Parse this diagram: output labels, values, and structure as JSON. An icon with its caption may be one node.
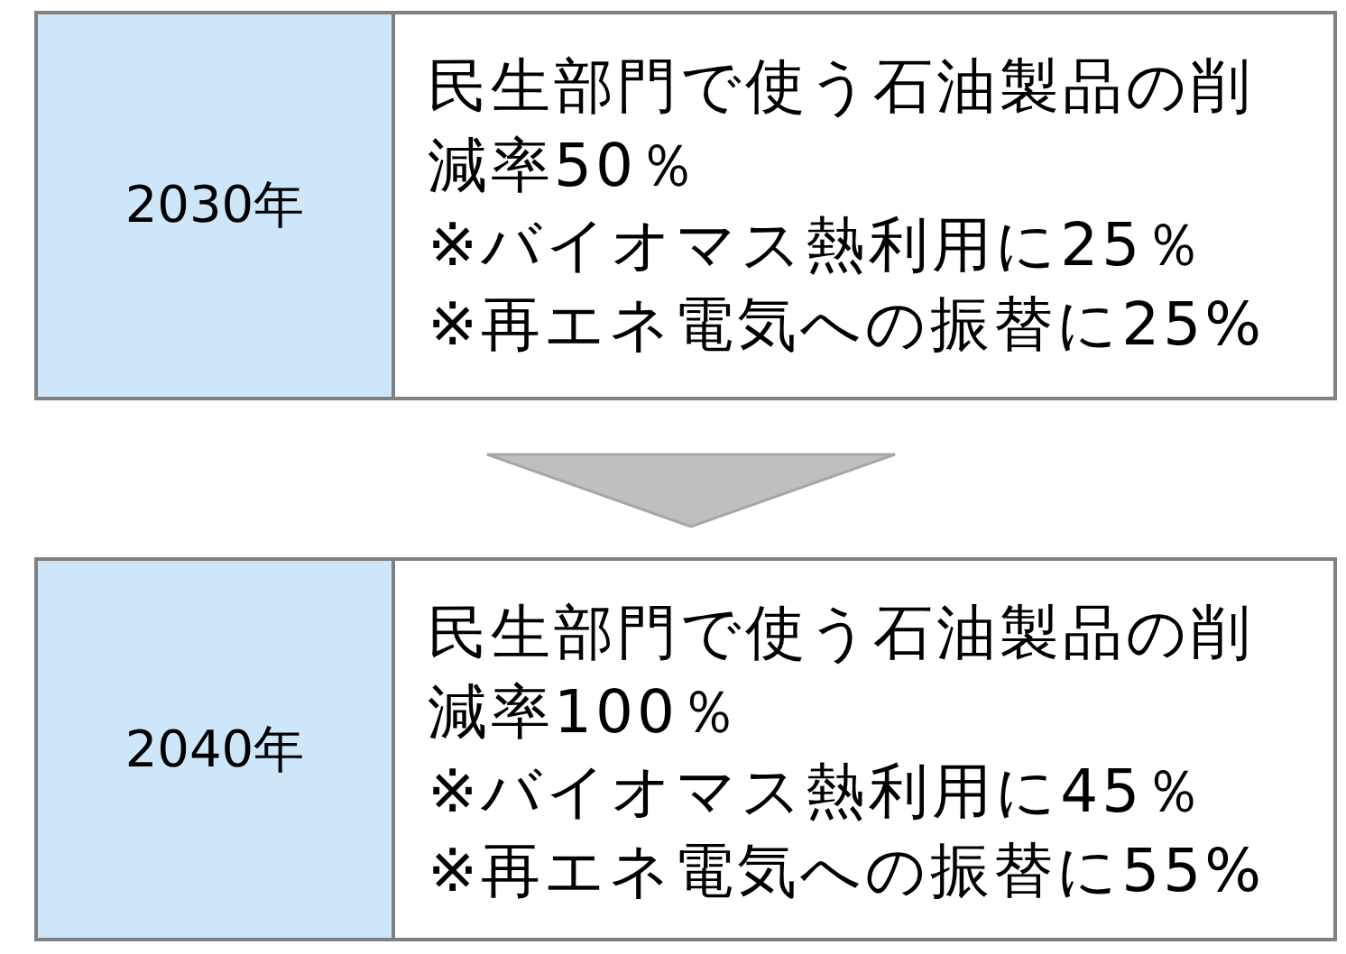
{
  "diagram": {
    "nodes": [
      {
        "text": [],
        "shape": "box"
      },
      {
        "text": [
          "2030年"
        ],
        "in": 0
      },
      {
        "text": [
          "民生部門で使う石油製品の削減率50％",
          "※バイオマス熱利用に25％",
          "※再エネ電気への振替に25%"
        ],
        "in": 0
      },
      {
        "text": [],
        "shape": "box"
      },
      {
        "text": [
          "2040年"
        ],
        "in": 3
      },
      {
        "text": [
          "民生部門で使う石油製品の削減率100％",
          "※バイオマス熱利用に45％",
          "※再エネ電気への振替に55%"
        ],
        "in": 3
      }
    ],
    "edges": [
      {
        "from": 0,
        "to": 3,
        "arrow": "to"
      }
    ]
  }
}
